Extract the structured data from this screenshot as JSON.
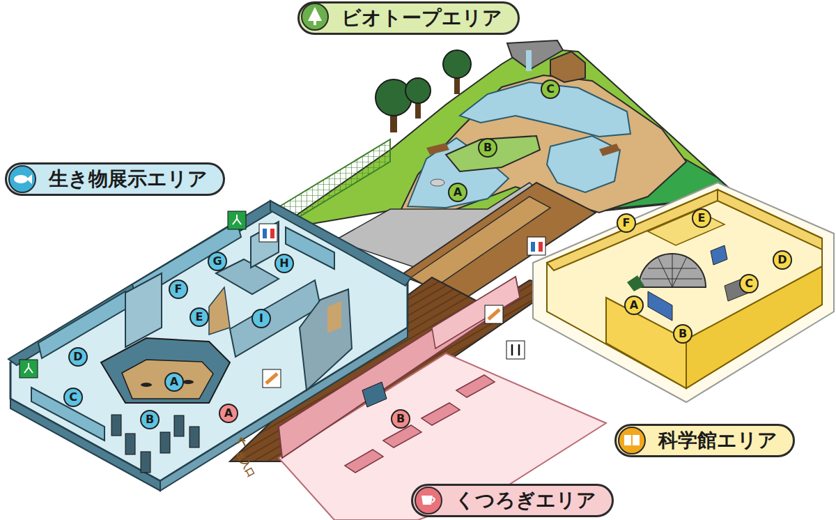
{
  "diagram": {
    "nodes": [
      {
        "text": [
          "ビオトープエリア"
        ]
      },
      {
        "text": [
          "C"
        ]
      },
      {
        "text": [
          "B"
        ]
      },
      {
        "text": [
          "A"
        ]
      },
      {
        "text": [
          "生き物展示エリア"
        ]
      },
      {
        "text": [
          "G"
        ]
      },
      {
        "text": [
          "H"
        ]
      },
      {
        "text": [
          "F"
        ]
      },
      {
        "text": [
          "E"
        ]
      },
      {
        "text": [
          "I"
        ]
      },
      {
        "text": [
          "D"
        ]
      },
      {
        "text": [
          "C"
        ]
      },
      {
        "text": [
          "A"
        ]
      },
      {
        "text": [
          "B"
        ]
      },
      {
        "text": [
          "くつろぎエリア"
        ]
      },
      {
        "text": [
          "A"
        ]
      },
      {
        "text": [
          "B"
        ]
      },
      {
        "text": [
          "科学館エリア"
        ]
      },
      {
        "text": [
          "F"
        ]
      },
      {
        "text": [
          "E"
        ]
      },
      {
        "text": [
          "D"
        ]
      },
      {
        "text": [
          "C"
        ]
      },
      {
        "text": [
          "A"
        ]
      },
      {
        "text": [
          "B"
        ]
      }
    ],
    "labels": [
      "出入口"
    ]
  }
}
